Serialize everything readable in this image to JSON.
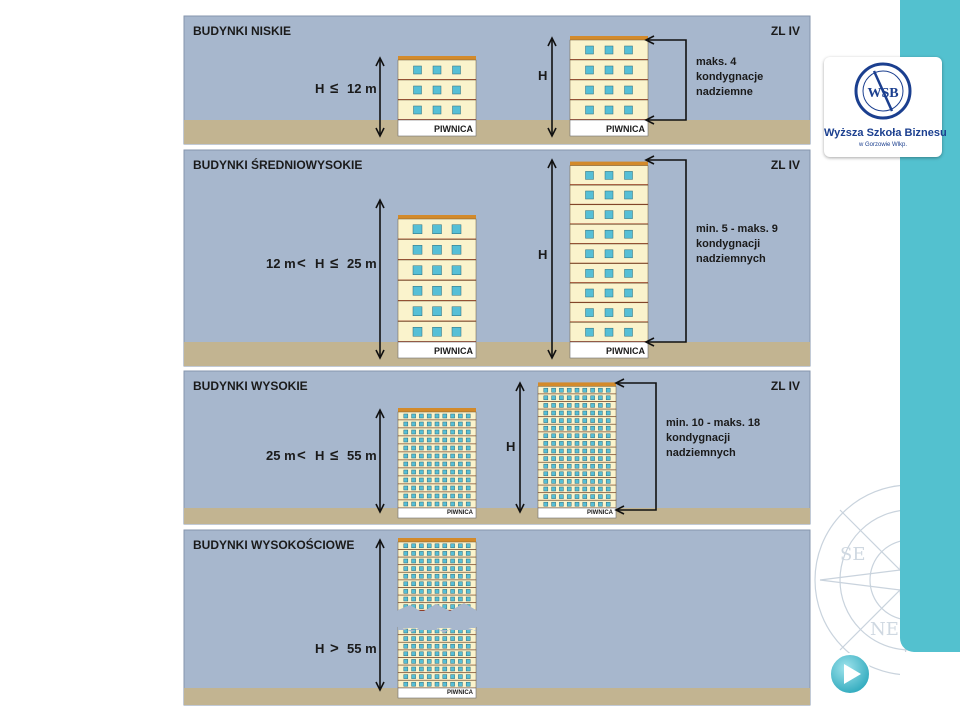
{
  "panels": [
    {
      "title": "BUDYNKI NISKIE",
      "zone": "ZL IV",
      "formula_left": "H",
      "formula_right": "12 m",
      "left_op": "",
      "right_op": "≤",
      "height_symbol": "H",
      "note": [
        "maks. 4",
        "kondygnacje",
        "nadziemne"
      ],
      "basement_label": "PIWNICA",
      "left_building_floors": 3,
      "right_building_floors": 4
    },
    {
      "title": "BUDYNKI ŚREDNIOWYSOKIE",
      "zone": "ZL IV",
      "formula_left": "12 m",
      "formula_right": "25 m",
      "left_op": "<",
      "right_op": "≤",
      "height_symbol": "H",
      "note": [
        "min. 5 - maks. 9",
        "kondygnacji",
        "nadziemnych"
      ],
      "basement_label": "PIWNICA",
      "left_building_floors": 6,
      "right_building_floors": 9
    },
    {
      "title": "BUDYNKI WYSOKIE",
      "zone": "ZL IV",
      "formula_left": "25 m",
      "formula_right": "55 m",
      "left_op": "<",
      "right_op": "≤",
      "height_symbol": "H",
      "note": [
        "min. 10 - maks. 18",
        "kondygnacji",
        "nadziemnych"
      ],
      "basement_label": "PIWNICA",
      "left_building_floors": 12,
      "right_building_floors": 16
    },
    {
      "title": "BUDYNKI WYSOKOŚCIOWE",
      "zone": "",
      "formula_left": "",
      "formula_right": "55 m",
      "left_op": "",
      "right_op": ">",
      "height_symbol": "H",
      "note": [],
      "basement_label": "PIWNICA",
      "left_building_floors": 16,
      "right_building_floors": 0
    }
  ],
  "logo": {
    "monogram": "WSB",
    "name": "Wyższa Szkoła Biznesu",
    "city": "w Gorzowie Wlkp."
  },
  "colors": {
    "panel_bg": "#a7b7cd",
    "ground": "#c2b491",
    "facade": "#faf3cc",
    "floor_line": "#8f2f14",
    "window": "#56bfd6",
    "accent_bar": "#53c1cf",
    "logo_blue": "#1b3f8f"
  },
  "icons": [
    "compass-rose-icon",
    "play-button-icon",
    "wsb-logo-icon"
  ]
}
